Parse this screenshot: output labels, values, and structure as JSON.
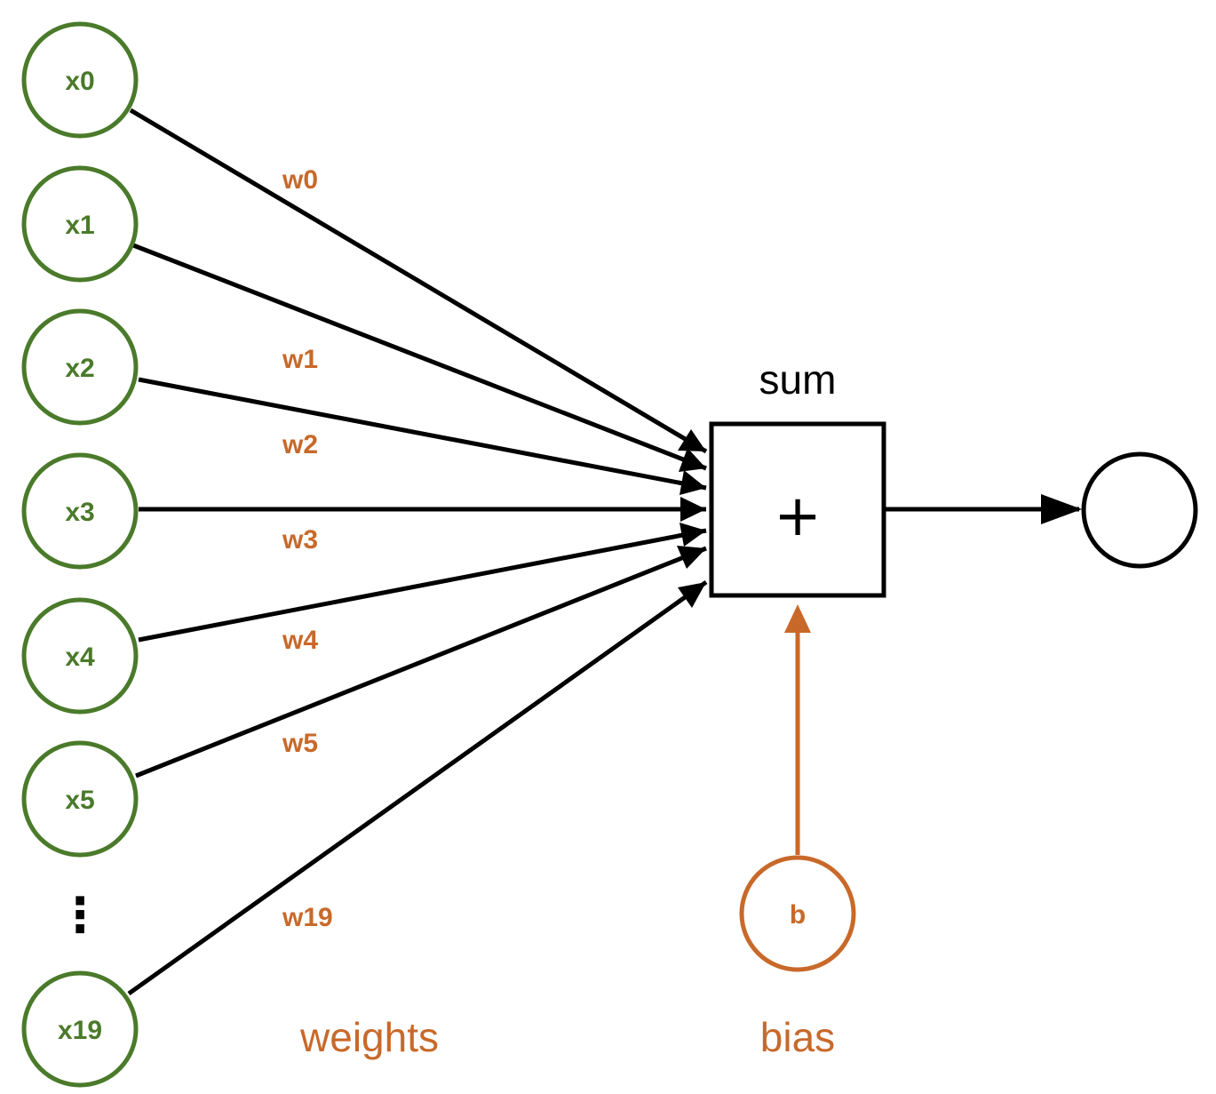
{
  "inputs": [
    {
      "label": "x0"
    },
    {
      "label": "x1"
    },
    {
      "label": "x2"
    },
    {
      "label": "x3"
    },
    {
      "label": "x4"
    },
    {
      "label": "x5"
    },
    {
      "label": "x19"
    }
  ],
  "ellipsis": "⋮",
  "weights": [
    "w0",
    "w1",
    "w2",
    "w3",
    "w4",
    "w5",
    "w19"
  ],
  "sum": {
    "title": "sum",
    "symbol": "+"
  },
  "bias_node": {
    "label": "b"
  },
  "captions": {
    "weights": "weights",
    "bias": "bias"
  },
  "colors": {
    "input": "#4a7a2a",
    "weight": "#c8692a",
    "edge": "#000000"
  }
}
